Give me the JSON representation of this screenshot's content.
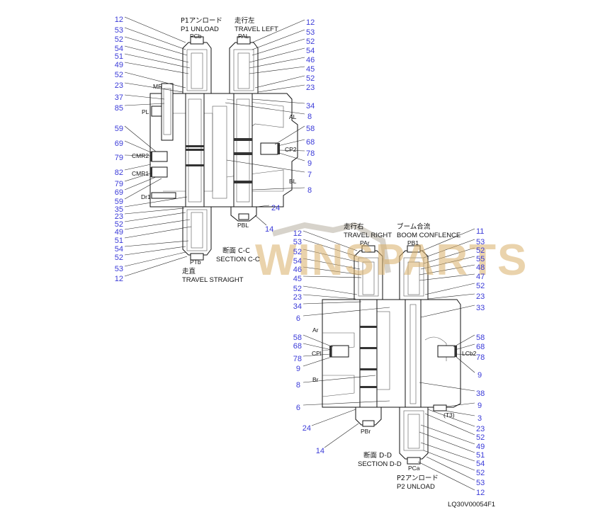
{
  "section_cc": {
    "title_jp": "断面 C-C",
    "title_en": "SECTION C-C",
    "left_callouts": [
      "12",
      "53",
      "52",
      "54",
      "51",
      "49",
      "52",
      "23",
      "37",
      "85",
      "59",
      "69",
      "79",
      "82",
      "79",
      "69",
      "59",
      "35",
      "23",
      "52",
      "49",
      "51",
      "54",
      "52",
      "53",
      "12"
    ],
    "right_callouts": [
      "12",
      "53",
      "52",
      "54",
      "46",
      "45",
      "52",
      "23",
      "34",
      "8",
      "58",
      "68",
      "78",
      "9",
      "7",
      "8",
      "24",
      "14"
    ],
    "labels": {
      "p1_unload_jp": "P1アンロード",
      "p1_unload_en": "P1 UNLOAD",
      "travel_left_jp": "走行左",
      "travel_left_en": "TRAVEL LEFT",
      "travel_straight_jp": "走直",
      "travel_straight_en": "TRAVEL STRAIGHT",
      "pcb": "PCb",
      "pal": "PAL",
      "mr": "MR",
      "pl": "PL",
      "cmr2": "CMR2",
      "cmr1": "CMR1",
      "dr1": "Dr1",
      "al": "AL",
      "cp2": "CP2",
      "bl": "BL",
      "pbl": "PBL",
      "ptb": "PTb"
    }
  },
  "section_dd": {
    "title_jp": "断面 D-D",
    "title_en": "SECTION D-D",
    "left_callouts": [
      "12",
      "53",
      "52",
      "54",
      "46",
      "45",
      "52",
      "23",
      "34",
      "6",
      "58",
      "68",
      "78",
      "9",
      "8",
      "6",
      "24",
      "14"
    ],
    "right_callouts": [
      "11",
      "53",
      "52",
      "55",
      "48",
      "47",
      "52",
      "23",
      "33",
      "58",
      "68",
      "78",
      "9",
      "38",
      "9",
      "3",
      "23",
      "52",
      "49",
      "51",
      "54",
      "52",
      "53",
      "12"
    ],
    "labels": {
      "travel_right_jp": "走行右",
      "travel_right_en": "TRAVEL RIGHT",
      "boom_conf_jp": "ブーム合流",
      "boom_conf_en": "BOOM CONFLENCE",
      "p2_unload_jp": "P2アンロード",
      "p2_unload_en": "P2 UNLOAD",
      "par": "PAr",
      "pb1": "PB1",
      "ar": "Ar",
      "cpl": "CPl",
      "lcb2": "LCb2",
      "br": "Br",
      "t3": "(T3)",
      "pbr": "PBr",
      "pca": "PCa"
    }
  },
  "drawing_id": "LQ30V00054F1",
  "watermark": "WINSPARTS",
  "colors": {
    "callout": "#3a3ad8",
    "watermark": "#d9b06a"
  }
}
